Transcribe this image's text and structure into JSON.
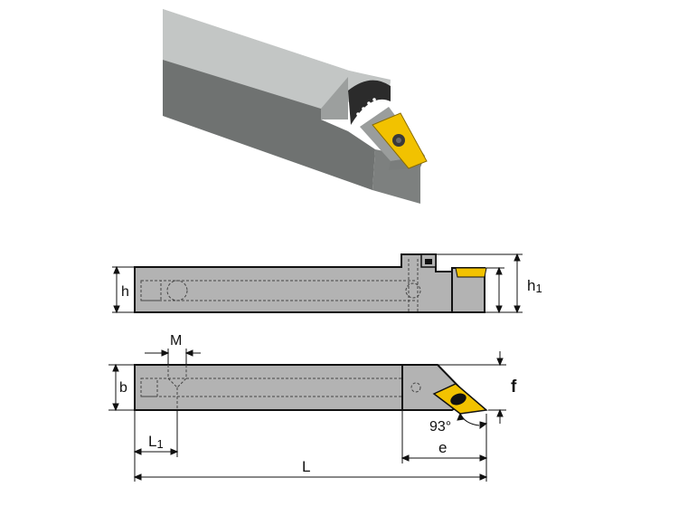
{
  "labels": {
    "h": "h",
    "h1_base": "h",
    "h1_sub": "1",
    "b": "b",
    "M": "M",
    "L1_base": "L",
    "L1_sub": "1",
    "L": "L",
    "e": "e",
    "f": "f",
    "angle": "93°"
  },
  "colors": {
    "body_fill": "#b3b3b3",
    "outline": "#111111",
    "insert_gold": "#f2c200",
    "hidden_line": "#444444",
    "render_light": "#bfc2c1",
    "render_mid": "#8a8d8c",
    "render_dark": "#6f7271"
  }
}
